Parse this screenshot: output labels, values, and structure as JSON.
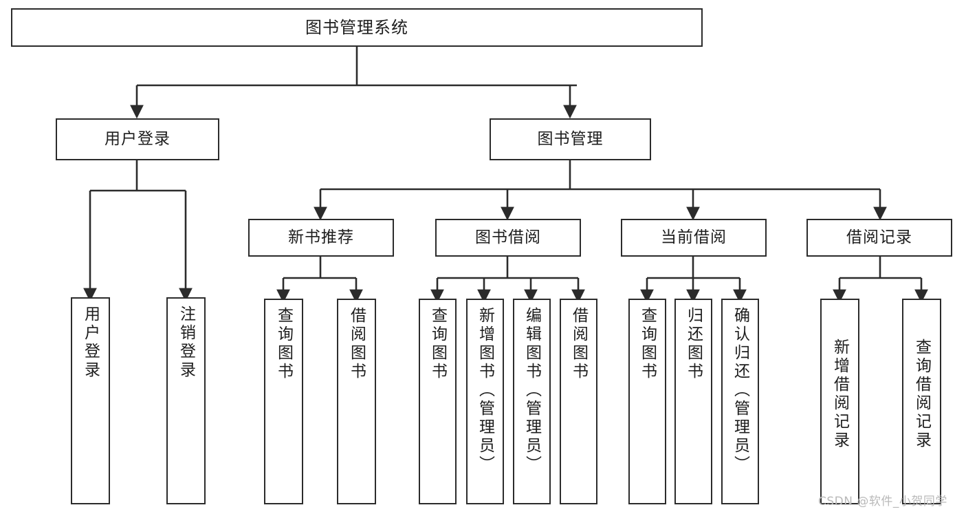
{
  "diagram": {
    "type": "tree-hierarchy-chart",
    "title": "图书管理系统",
    "background_color": "#ffffff",
    "stroke_color": "#2b2b2b",
    "text_color": "#1d1d1d",
    "watermark": "CSDN @软件_小贺同学",
    "watermark_color": "#b9b9b9"
  },
  "nodes": {
    "root": {
      "label": "图书管理系统",
      "level": 0
    },
    "level1": [
      {
        "id": "user-login",
        "label": "用户登录"
      },
      {
        "id": "book-management",
        "label": "图书管理"
      }
    ],
    "level2": [
      {
        "id": "new-book-recommend",
        "label": "新书推荐",
        "parent": "book-management"
      },
      {
        "id": "book-borrow",
        "label": "图书借阅",
        "parent": "book-management"
      },
      {
        "id": "current-borrow",
        "label": "当前借阅",
        "parent": "book-management"
      },
      {
        "id": "borrow-record",
        "label": "借阅记录",
        "parent": "book-management"
      }
    ],
    "leaves": [
      {
        "id": "leaf-user-login",
        "label": "用户登录",
        "parent": "user-login"
      },
      {
        "id": "leaf-logout",
        "label": "注销登录",
        "parent": "user-login"
      },
      {
        "id": "leaf-query-book-1",
        "label": "查询图书",
        "parent": "new-book-recommend"
      },
      {
        "id": "leaf-borrow-book-1",
        "label": "借阅图书",
        "parent": "new-book-recommend"
      },
      {
        "id": "leaf-query-book-2",
        "label": "查询图书",
        "parent": "book-borrow"
      },
      {
        "id": "leaf-add-book",
        "label": "新增图书（管理员）",
        "parent": "book-borrow"
      },
      {
        "id": "leaf-edit-book",
        "label": "编辑图书（管理员）",
        "parent": "book-borrow"
      },
      {
        "id": "leaf-borrow-book-2",
        "label": "借阅图书",
        "parent": "book-borrow"
      },
      {
        "id": "leaf-query-book-3",
        "label": "查询图书",
        "parent": "current-borrow"
      },
      {
        "id": "leaf-return-book",
        "label": "归还图书",
        "parent": "current-borrow"
      },
      {
        "id": "leaf-confirm-return",
        "label": "确认归还（管理员）",
        "parent": "current-borrow"
      },
      {
        "id": "leaf-add-record",
        "label": "新增借阅记录",
        "parent": "borrow-record"
      },
      {
        "id": "leaf-query-record",
        "label": "查询借阅记录",
        "parent": "borrow-record"
      }
    ]
  }
}
